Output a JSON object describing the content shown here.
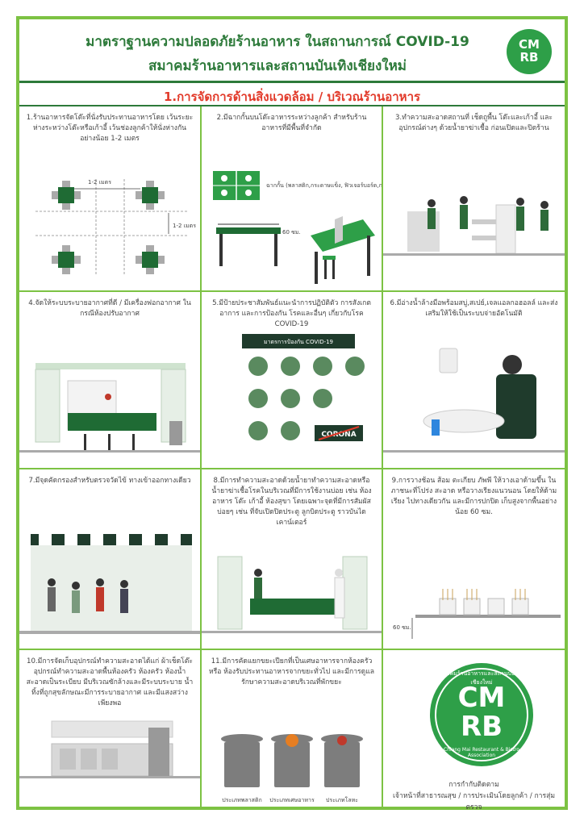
{
  "header": {
    "title_line1": "มาตราฐานความปลอดภัยร้านอาหาร ในสถานการณ์ COVID-19",
    "title_line2": "สมาคมร้านอาหารและสถานบันเทิงเชียงใหม่",
    "logo_line1": "CM",
    "logo_line2": "RB"
  },
  "section_title": "1.การจัดการด้านสิ่งแวดล้อม / บริเวณร้านอาหาร",
  "items": [
    {
      "text": "1.ร้านอาหารจัดโต๊ะที่นั่งรับประทานอาหารโดย เว้นระยะห่างระหว่างโต๊ะหรือเก้าอี้ เว้นช่องลูกค้าให้นั่งห่างกันอย่างน้อย 1-2 เมตร",
      "label_a": "1-2 เมตร",
      "label_b": "1-2 เมตร"
    },
    {
      "text": "2.มีฉากกั้นบนโต๊ะอาหารระหว่างลูกค้า สำหรับร้านอาหารที่มีพื้นที่จำกัด",
      "label_a": "ฉากกั้น (พลาสติก,กระดาษแข็ง, ฟิวเจอร์บอร์ด,กระดาษกล่องลัง)",
      "label_b": "60 ซม."
    },
    {
      "text": "3.ทำความสะอาดสถานที่ เช็ดถูพื้น โต๊ะและเก้าอี้ และอุปกรณ์ต่างๆ ด้วยน้ำยาฆ่าเชื้อ ก่อนเปิดและปิดร้าน"
    },
    {
      "text": "4.จัดให้ระบบระบายอากาศที่ดี / มีเครื่องฟอกอากาศ ในกรณีห้องปรับอากาศ"
    },
    {
      "text": "5.มีป้ายประชาสัมพันธ์แนะนำการปฏิบัติตัว การสังเกตอาการ และการป้องกัน โรคและอื่นๆ เกี่ยวกับโรค COVID-19",
      "poster_title": "มาตรการป้องกัน COVID-19",
      "poster_sign": "CORONA"
    },
    {
      "text": "6.มีอ่างน้ำล้างมือพร้อมสบู่,สเปย์,เจลแอลกอฮอลล์ และส่งเสริมให้ใช้เป็นระบบจ่ายอัตโนมัติ"
    },
    {
      "text": "7.มีจุดคัดกรองสำหรับตรวจวัดไข้ ทางเข้าออกทางเดียว"
    },
    {
      "text": "8.มีการทำความสะอาดด้วยน้ำยาทำความสะอาดหรือ น้ำยาฆ่าเชื้อโรคในบริเวณที่มีการใช้งานบ่อย เช่น ห้องอาหาร โต๊ะ เก้าอี้ ห้องสุขา โดยเฉพาะจุดที่มีการสัมผัสบ่อยๆ เช่น ที่จับเปิดปิดประตู ลูกบิดประตู ราวบันได เคาน์เตอร์"
    },
    {
      "text": "9.การวางช้อน ส้อม ตะเกียบ ภัพพี ให้วางเอาด้ามขึ้น ในภาชนะที่โปร่ง สะอาด หรือวางเรียงแนวนอน โดยให้ด้ามเรียง ไปทางเดียวกัน และมีการปกปิด เก็บสูงจากพื้นอย่างน้อย 60 ซม.",
      "label_a": "60 ซม."
    },
    {
      "text": "10.มีการจัดเก็บอุปกรณ์ทำความสะอาดได้แก่ ผ้าเช็ดโต๊ะ อุปกรณ์ทำความสะอาดพื้นห้องครัว ห้องครัว ห้องน้ำ สะอาดเป็นระเบียบ มีบริเวณซักล้างและมีระบบระบาย น้ำทิ้งที่ถูกสุขลักษณะมีการระบายอากาศ และมีแสงสว่างเพียงพอ"
    },
    {
      "text": "11.มีการคัดแยกขยะเปียกที่เป็นเศษอาหารจากห้องครัวหรือ ห้องรับประทานอาหารจากขยะทั่วไป และมีการดูแลรักษาความสะอาดบริเวณที่พักขยะ",
      "bin_1": "ประเภทพลาสติก",
      "bin_2": "ประเภทเศษอาหาร",
      "bin_3": "ประเภทโลหะ"
    },
    {
      "logo_line1": "CM",
      "logo_line2": "RB",
      "logo_arc_top": "สมาคมร้านอาหารและสถานบันเทิงเชียงใหม่",
      "logo_arc_bottom": "Chiang Mai Restaurant & Bistro Association",
      "monitor_title": "การกำกับติดตาม",
      "monitor_text": "เจ้าหน้าที่สาธารณสุข / การประเมินโดยลูกค้า / การสุ่มตรวจ"
    }
  ],
  "colors": {
    "green_dark": "#2d7a3a",
    "green_light": "#7cc243",
    "red_title": "#e23a2a",
    "table_green": "#2e9f48"
  }
}
